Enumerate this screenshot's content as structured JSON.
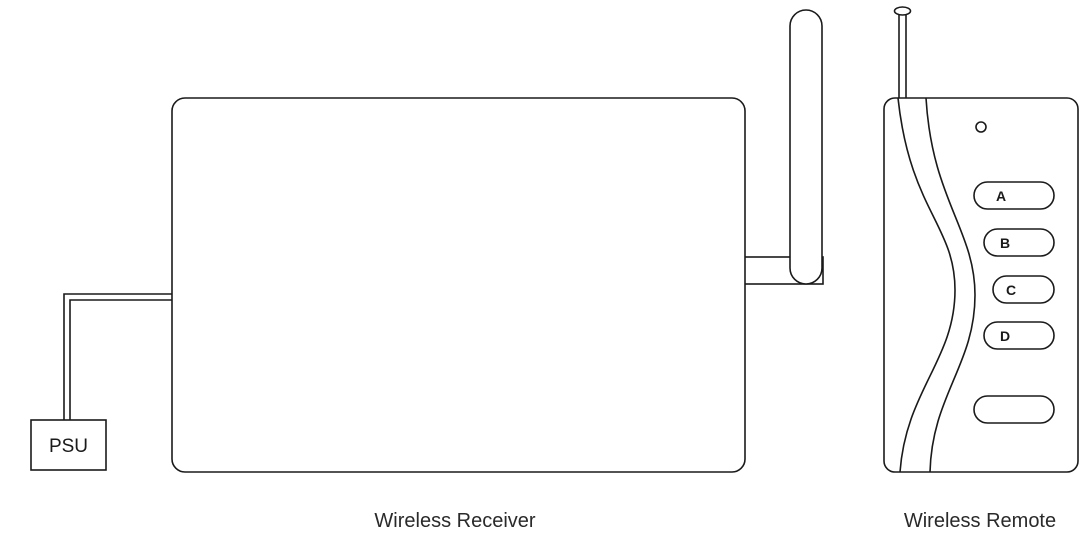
{
  "psu": {
    "label": "PSU"
  },
  "receiver": {
    "caption": "Wireless Receiver"
  },
  "remote": {
    "caption": "Wireless Remote",
    "buttons": [
      "A",
      "B",
      "C",
      "D",
      ""
    ]
  }
}
